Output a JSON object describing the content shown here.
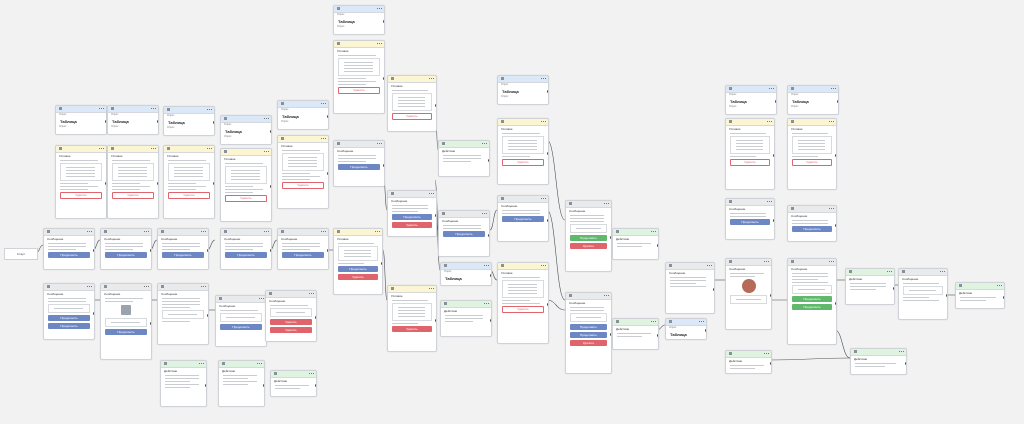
{
  "start_label": "Старт",
  "labels": {
    "tabla": "Таблица",
    "opros": "Опрос",
    "soobsh": "Сообщение",
    "deystvie": "Действие",
    "uslovie": "Условие",
    "next": "Продолжить",
    "delete": "Удалить",
    "add": "Добавить"
  }
}
